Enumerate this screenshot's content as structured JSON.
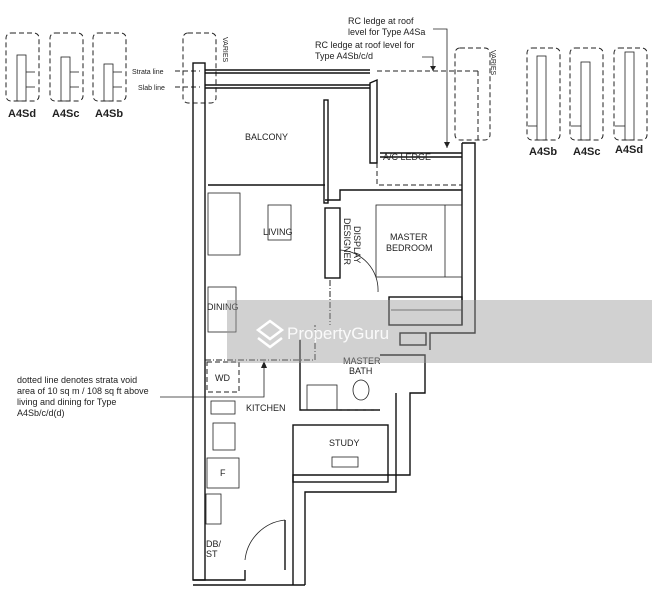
{
  "variants_left": [
    "A4Sd",
    "A4Sc",
    "A4Sb"
  ],
  "variants_right": [
    "A4Sb",
    "A4Sc",
    "A4Sd"
  ],
  "annotations": {
    "varies": "VARIES",
    "strata_line": "Strata line",
    "slab_line": "Slab line",
    "rc_ledge_a": [
      "RC ledge at roof",
      "level for Type A4Sa"
    ],
    "rc_ledge_b": [
      "RC ledge at roof level for",
      "Type A4Sb/c/d"
    ],
    "strata_void_note": [
      "dotted line denotes strata void",
      "area of 10 sq m / 108 sq ft above",
      "living and dining for Type",
      "A4Sb/c/d(d)"
    ]
  },
  "rooms": {
    "balcony": "BALCONY",
    "ac_ledge": "A/C LEDGE",
    "living": "LIVING",
    "dining": "DINING",
    "designer_display": [
      "DESIGNER",
      "DISPLAY"
    ],
    "master_bedroom": [
      "MASTER",
      "BEDROOM"
    ],
    "master_bath": [
      "MASTER",
      "BATH"
    ],
    "kitchen": "KITCHEN",
    "wd": "WD",
    "fridge": "F",
    "db_st": [
      "DB/",
      "ST"
    ],
    "study": "STUDY"
  },
  "watermark": "PropertyGuru"
}
